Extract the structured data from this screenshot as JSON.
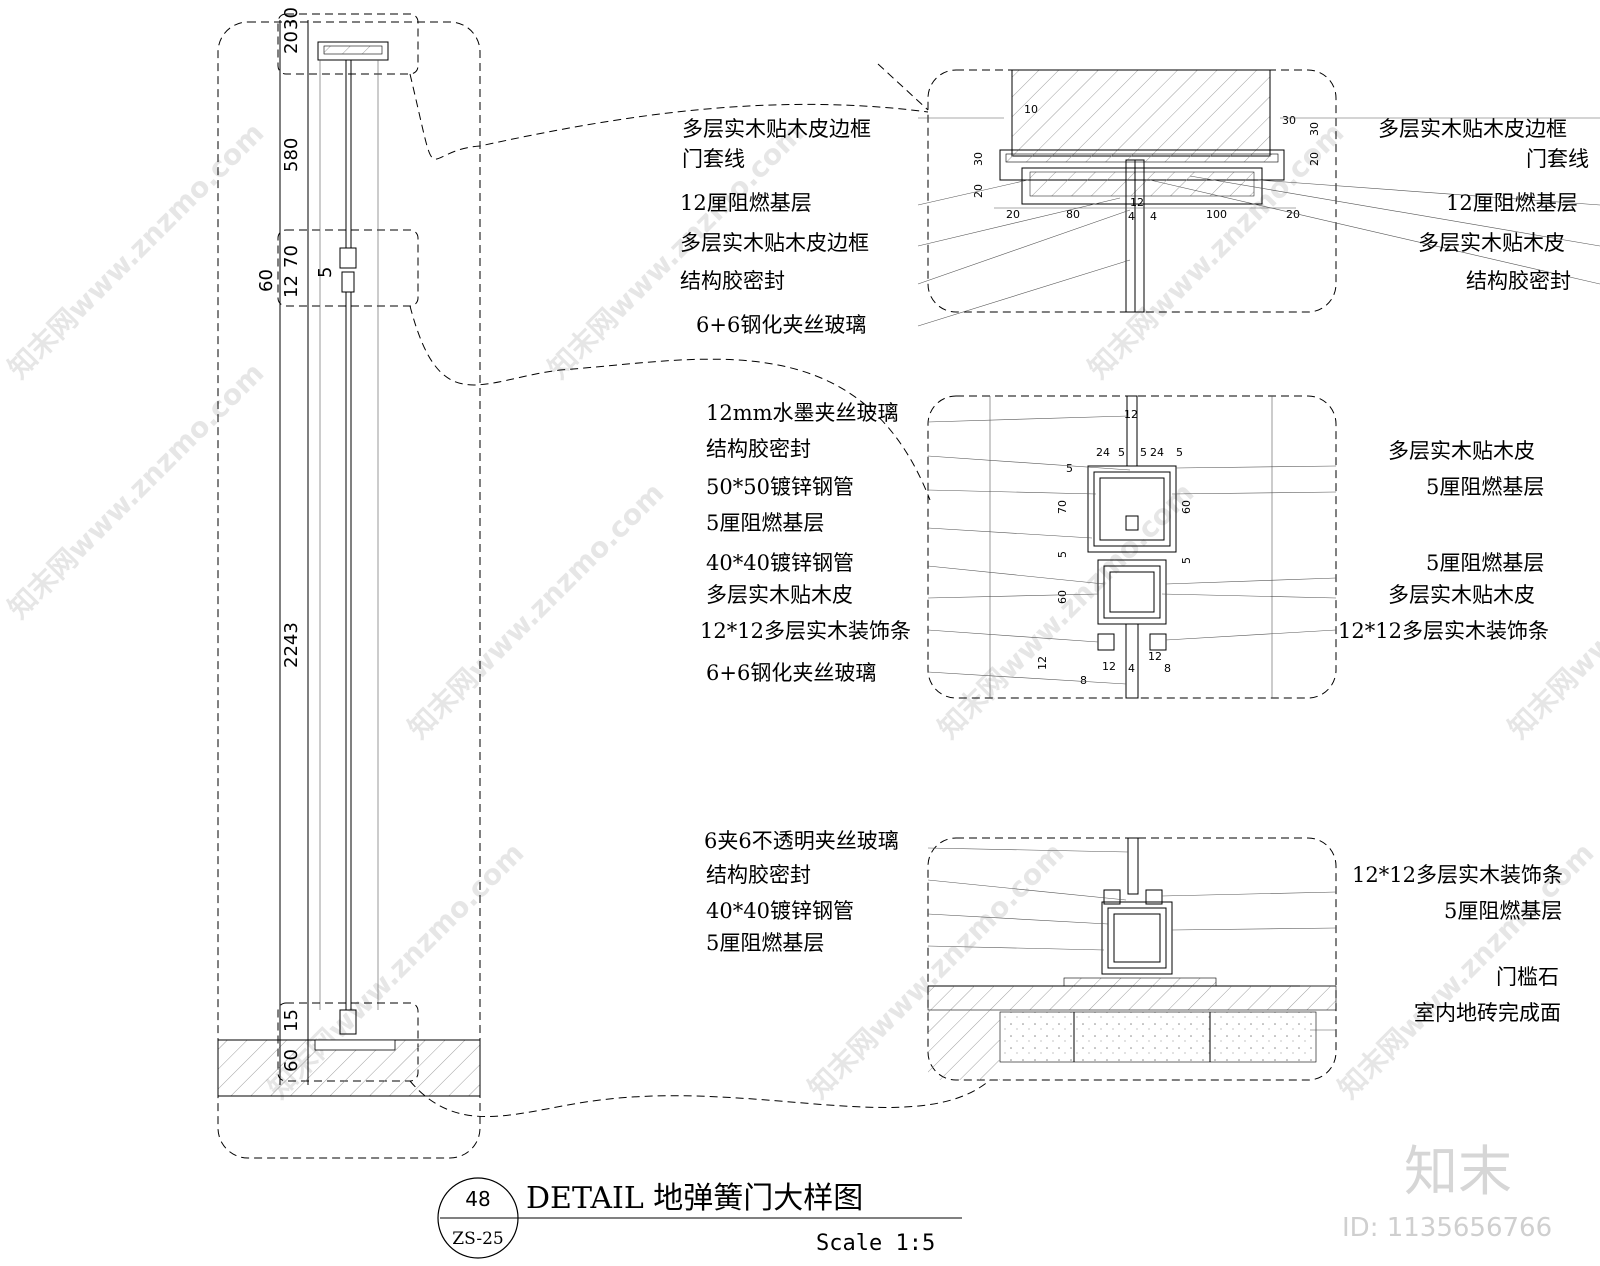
{
  "title": {
    "number": "48",
    "sheet": "ZS-25",
    "text": "DETAIL  地弹簧门大样图",
    "scale": "Scale 1:5"
  },
  "elevation_dims": [
    "20",
    "30",
    "580",
    "60",
    "12",
    "70",
    "5",
    "2243",
    "15",
    "60"
  ],
  "detail_top": {
    "left_labels": [
      "多层实木贴木皮边框",
      "门套线",
      "12厘阻燃基层",
      "多层实木贴木皮边框",
      "结构胶密封",
      "6+6钢化夹丝玻璃"
    ],
    "right_labels": [
      "多层实木贴木皮边框",
      "门套线",
      "12厘阻燃基层",
      "多层实木贴木皮",
      "结构胶密封"
    ],
    "dims": [
      "10",
      "30",
      "30",
      "20",
      "30",
      "20",
      "80",
      "12",
      "4",
      "4",
      "100",
      "20",
      "20"
    ]
  },
  "detail_mid": {
    "left_labels": [
      "12mm水墨夹丝玻璃",
      "结构胶密封",
      "50*50镀锌钢管",
      "5厘阻燃基层",
      "40*40镀锌钢管",
      "多层实木贴木皮",
      "12*12多层实木装饰条",
      "6+6钢化夹丝玻璃"
    ],
    "right_labels": [
      "多层实木贴木皮",
      "5厘阻燃基层",
      "5厘阻燃基层",
      "多层实木贴木皮",
      "12*12多层实木装饰条"
    ],
    "dims": [
      "12",
      "24",
      "5",
      "5",
      "24",
      "5",
      "5",
      "70",
      "60",
      "5",
      "5",
      "60",
      "12",
      "8",
      "12",
      "4",
      "12",
      "8"
    ]
  },
  "detail_bot": {
    "left_labels": [
      "6夹6不透明夹丝玻璃",
      "结构胶密封",
      "40*40镀锌钢管",
      "5厘阻燃基层"
    ],
    "right_labels": [
      "12*12多层实木装饰条",
      "5厘阻燃基层",
      "门槛石",
      "室内地砖完成面"
    ]
  },
  "watermark": "知末网www.znzmo.com",
  "logo": "知末",
  "id_text": "ID: 1135656766"
}
